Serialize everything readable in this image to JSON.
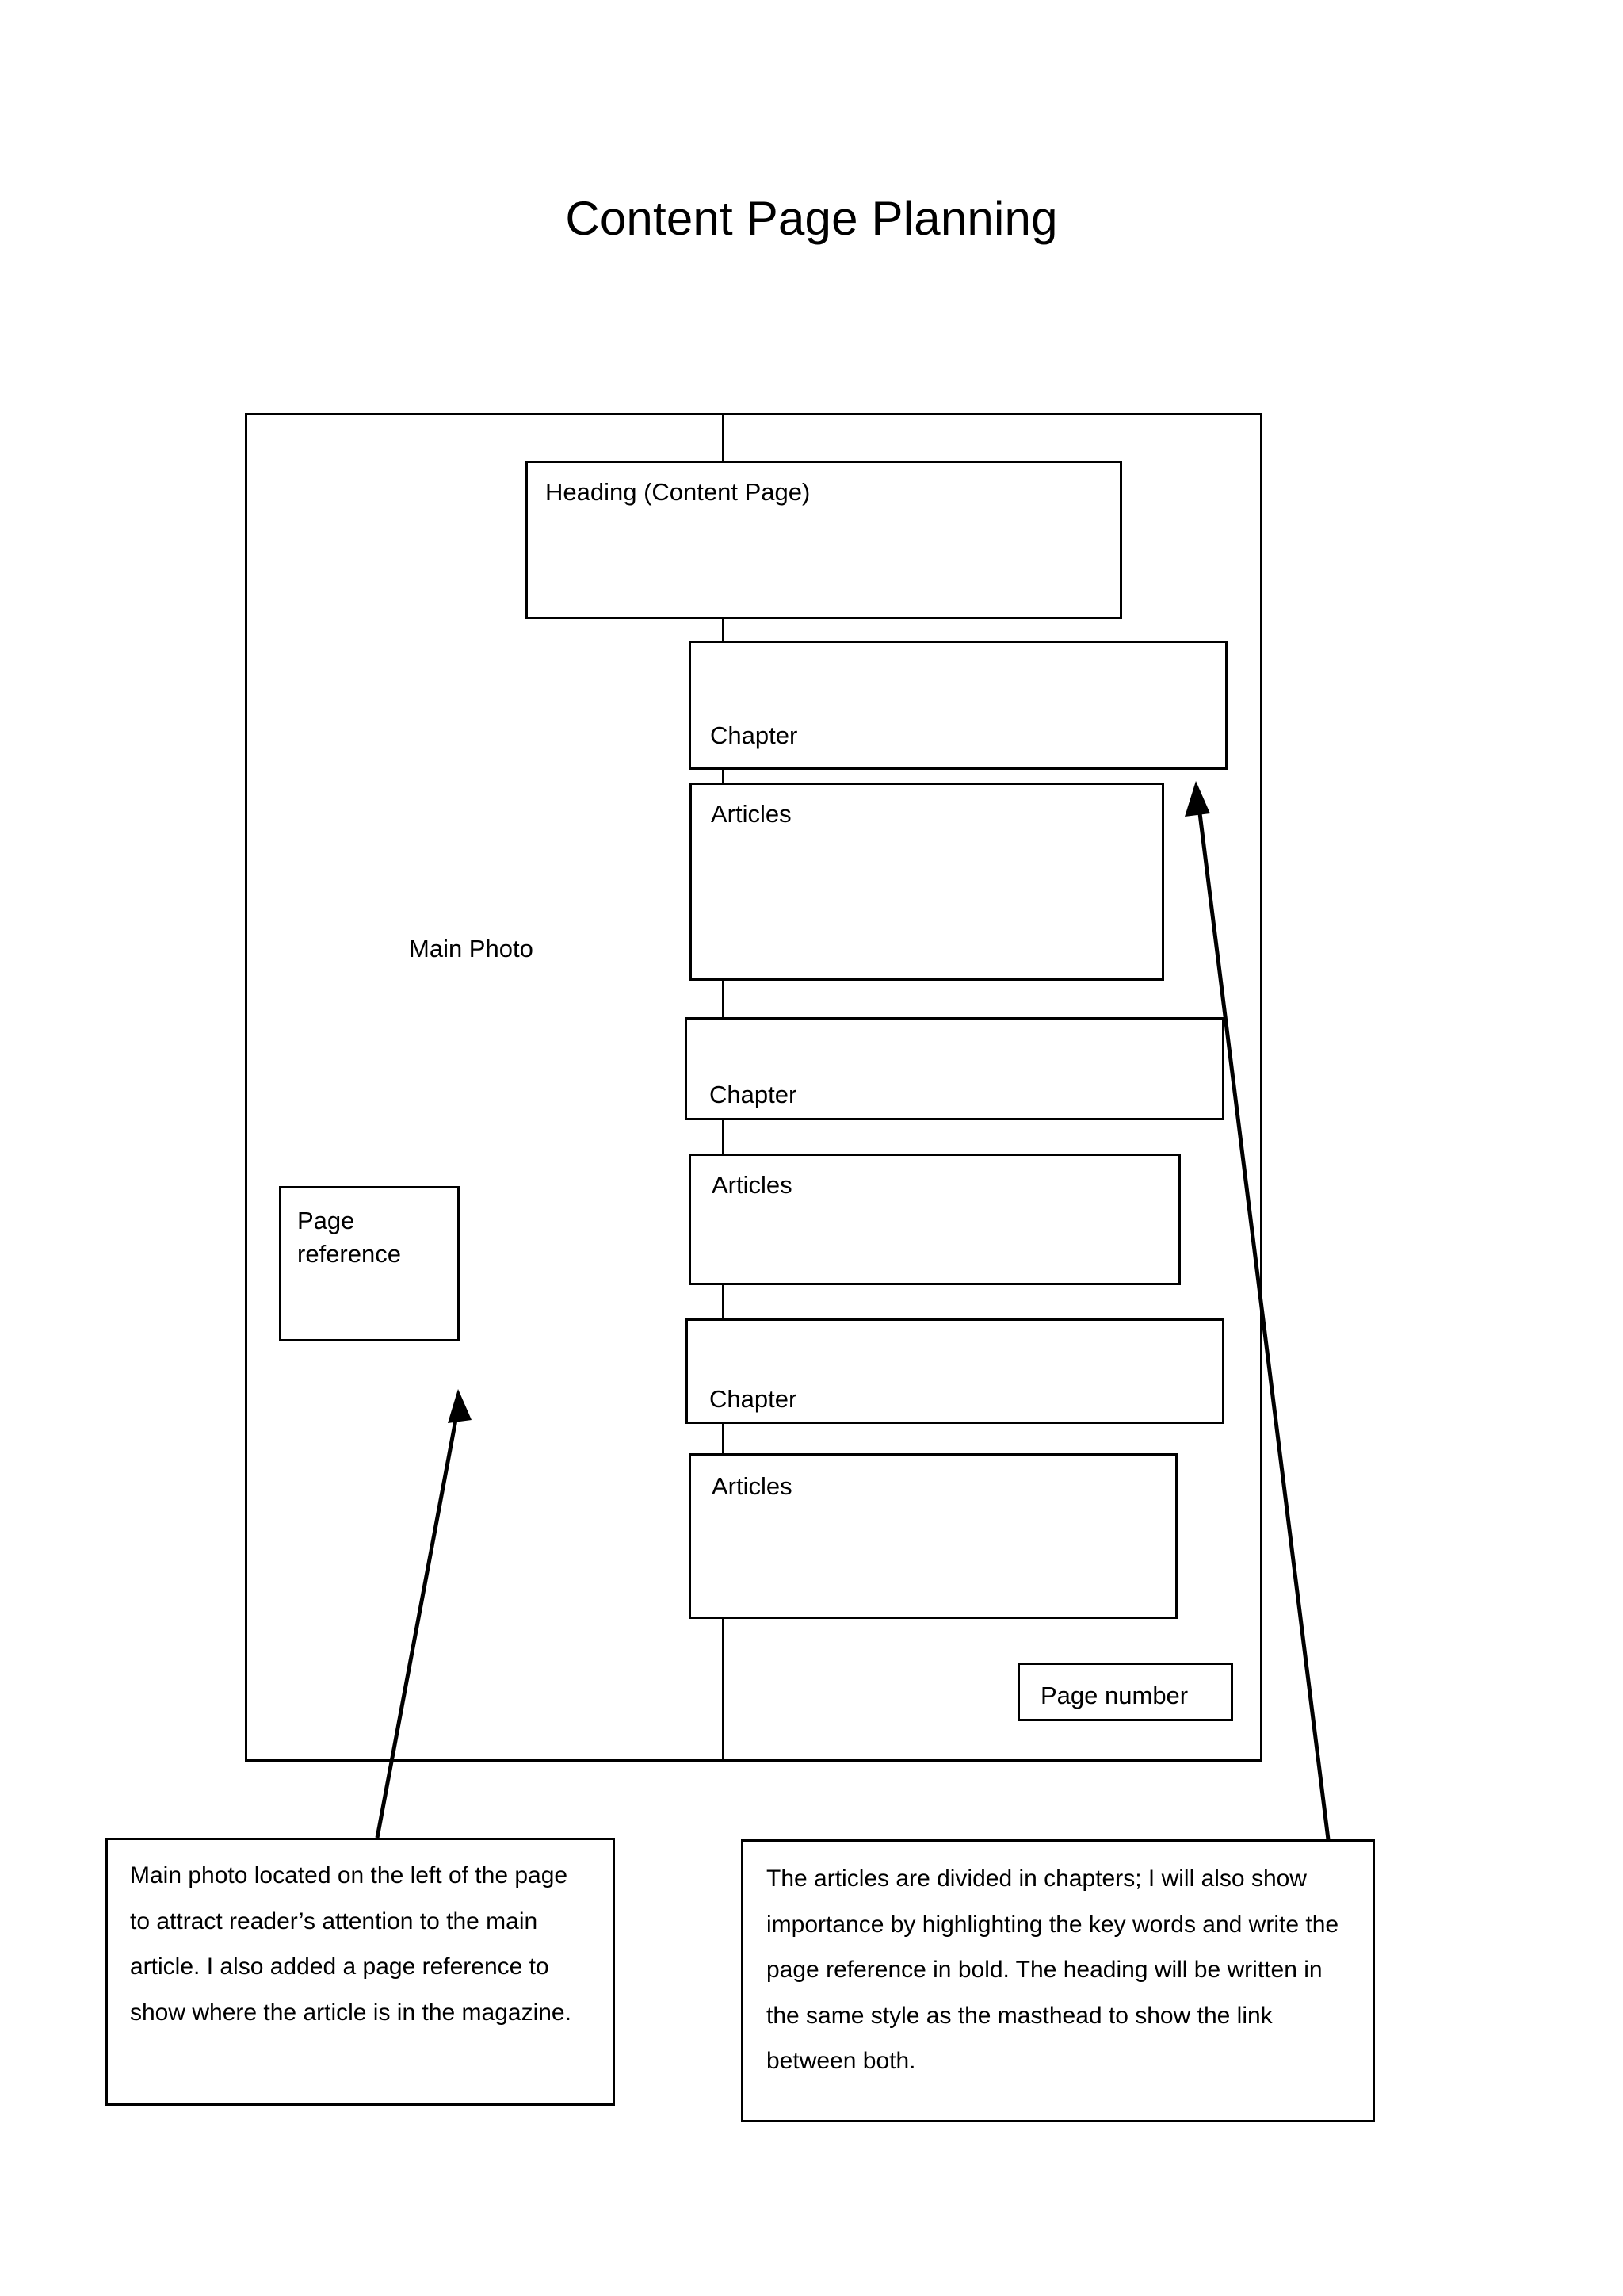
{
  "document": {
    "title": "Content Page Planning"
  },
  "layout_mock": {
    "name": "content-page-layout",
    "boxes": {
      "heading": {
        "label": "Heading (Content Page)"
      },
      "chapter_1": {
        "label": "Chapter"
      },
      "articles_1": {
        "label": "Articles"
      },
      "chapter_2": {
        "label": "Chapter"
      },
      "articles_2": {
        "label": "Articles"
      },
      "chapter_3": {
        "label": "Chapter"
      },
      "articles_3": {
        "label": "Articles"
      },
      "page_reference": {
        "label": "Page\nreference"
      },
      "page_number": {
        "label": "Page number"
      }
    },
    "labels": {
      "main_photo": "Main Photo"
    }
  },
  "annotations": {
    "left": {
      "text": "Main photo located on the left of the page to attract reader’s attention to the main article. I also added a page reference to show where the article is in the magazine.",
      "points_to": "page-reference-box"
    },
    "right": {
      "text": "The articles are divided in chapters; I will also show importance by highlighting the key words and write the page reference in bold. The heading will be written in the same style as the masthead to show the link between both.",
      "points_to": "articles-box-1"
    }
  },
  "colors": {
    "background": "#ffffff",
    "ink": "#000000",
    "stroke": "#000000"
  }
}
